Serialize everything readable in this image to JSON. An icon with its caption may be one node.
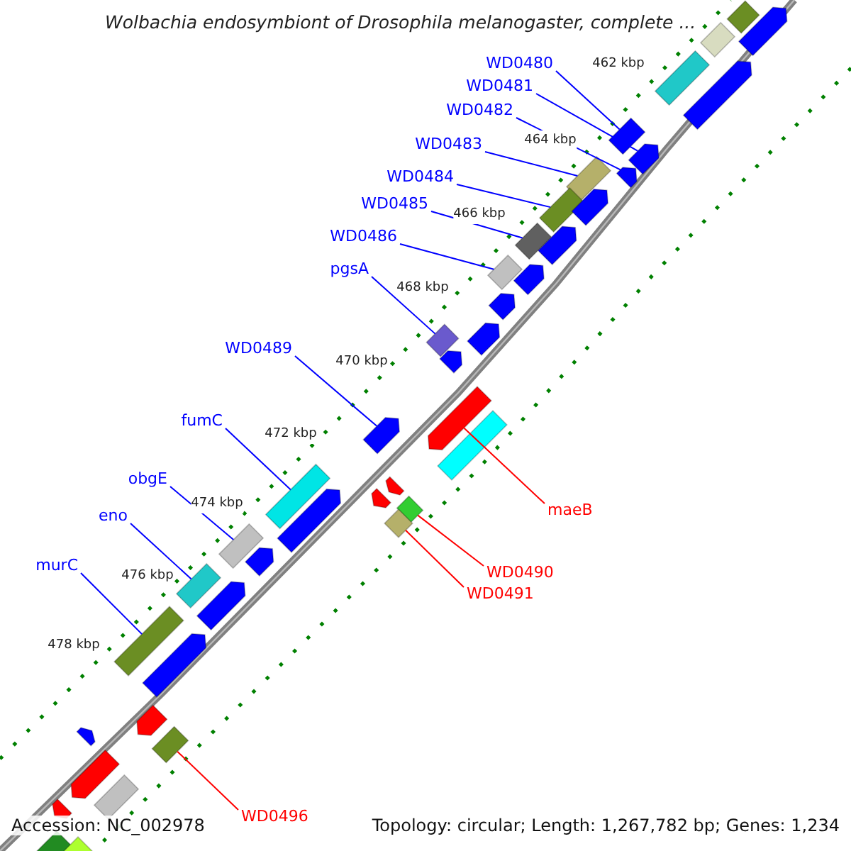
{
  "diagram": {
    "title": "Wolbachia endosymbiont of Drosophila melanogaster, complete ...",
    "nodes": [
      {
        "text": [
          "WD0480"
        ]
      },
      {
        "text": [],
        "shape": "box"
      },
      {
        "text": [
          "WD0481"
        ]
      },
      {
        "text": [],
        "shape": "arrow"
      },
      {
        "text": [
          "WD0482"
        ]
      },
      {
        "text": [],
        "shape": "arrow"
      },
      {
        "text": [
          "WD0483"
        ]
      },
      {
        "text": [],
        "shape": "box"
      },
      {
        "text": [
          "WD0484"
        ]
      },
      {
        "text": [],
        "shape": "box"
      },
      {
        "text": [
          "WD0485"
        ]
      },
      {
        "text": [],
        "shape": "box"
      },
      {
        "text": [
          "WD0486"
        ]
      },
      {
        "text": [],
        "shape": "box"
      },
      {
        "text": [
          "pgsA"
        ]
      },
      {
        "text": [],
        "shape": "diamond"
      },
      {
        "text": [
          "WD0489"
        ]
      },
      {
        "text": [],
        "shape": "arrow"
      },
      {
        "text": [
          "fumC"
        ]
      },
      {
        "text": [],
        "shape": "box"
      },
      {
        "text": [
          "obgE"
        ]
      },
      {
        "text": [],
        "shape": "box"
      },
      {
        "text": [
          "eno"
        ]
      },
      {
        "text": [],
        "shape": "box"
      },
      {
        "text": [
          "murC"
        ]
      },
      {
        "text": [],
        "shape": "box"
      },
      {
        "text": [
          "maeB"
        ]
      },
      {
        "text": [],
        "shape": "arrow"
      },
      {
        "text": [
          "WD0490"
        ]
      },
      {
        "text": [],
        "shape": "diamond"
      },
      {
        "text": [
          "WD0491"
        ]
      },
      {
        "text": [],
        "shape": "diamond"
      },
      {
        "text": [
          "WD0496"
        ]
      },
      {
        "text": [],
        "shape": "box"
      },
      {
        "text": [],
        "shape": "diamond"
      },
      {
        "text": [],
        "shape": "box"
      },
      {
        "text": [],
        "shape": "box"
      },
      {
        "text": [],
        "shape": "arrow"
      },
      {
        "text": [],
        "shape": "arrow"
      },
      {
        "text": [],
        "shape": "arrow"
      },
      {
        "text": [],
        "shape": "arrow"
      },
      {
        "text": [],
        "shape": "arrow"
      },
      {
        "text": [],
        "shape": "arrow"
      },
      {
        "text": [],
        "shape": "arrow"
      },
      {
        "text": [],
        "shape": "arrow"
      },
      {
        "text": [],
        "shape": "arrow"
      },
      {
        "text": [],
        "shape": "arrow"
      },
      {
        "text": [],
        "shape": "arrow"
      },
      {
        "text": [],
        "shape": "arrow"
      },
      {
        "text": [],
        "shape": "box"
      },
      {
        "text": [],
        "shape": "arrow"
      },
      {
        "text": [],
        "shape": "arrow"
      },
      {
        "text": [],
        "shape": "arrow"
      },
      {
        "text": [],
        "shape": "arrow"
      },
      {
        "text": [],
        "shape": "arrow"
      },
      {
        "text": [],
        "shape": "box"
      },
      {
        "text": [],
        "shape": "arrow"
      },
      {
        "text": [],
        "shape": "box"
      },
      {
        "text": [],
        "shape": "diamond"
      }
    ],
    "edges": [
      {
        "from": 0,
        "to": 1,
        "arrow": "none"
      },
      {
        "from": 2,
        "to": 3,
        "arrow": "none"
      },
      {
        "from": 4,
        "to": 5,
        "arrow": "none"
      },
      {
        "from": 6,
        "to": 7,
        "arrow": "none"
      },
      {
        "from": 8,
        "to": 9,
        "arrow": "none"
      },
      {
        "from": 10,
        "to": 11,
        "arrow": "none"
      },
      {
        "from": 12,
        "to": 13,
        "arrow": "none"
      },
      {
        "from": 14,
        "to": 15,
        "arrow": "none"
      },
      {
        "from": 16,
        "to": 17,
        "arrow": "none"
      },
      {
        "from": 18,
        "to": 19,
        "arrow": "none"
      },
      {
        "from": 20,
        "to": 21,
        "arrow": "none"
      },
      {
        "from": 22,
        "to": 23,
        "arrow": "none"
      },
      {
        "from": 24,
        "to": 25,
        "arrow": "none"
      },
      {
        "from": 26,
        "to": 27,
        "arrow": "none",
        "color": "#ff0000"
      },
      {
        "from": 28,
        "to": 29,
        "arrow": "none",
        "color": "#ff0000"
      },
      {
        "from": 30,
        "to": 31,
        "arrow": "none",
        "color": "#ff0000"
      },
      {
        "from": 32,
        "to": 33,
        "arrow": "none",
        "color": "#ff0000"
      }
    ],
    "labels": [
      "462 kbp",
      "464 kbp",
      "466 kbp",
      "468 kbp",
      "470 kbp",
      "472 kbp",
      "474 kbp",
      "476 kbp",
      "478 kbp",
      "Accession: NC_002978",
      "Topology: circular; Length: 1,267,782 bp; Genes: 1,234"
    ]
  }
}
